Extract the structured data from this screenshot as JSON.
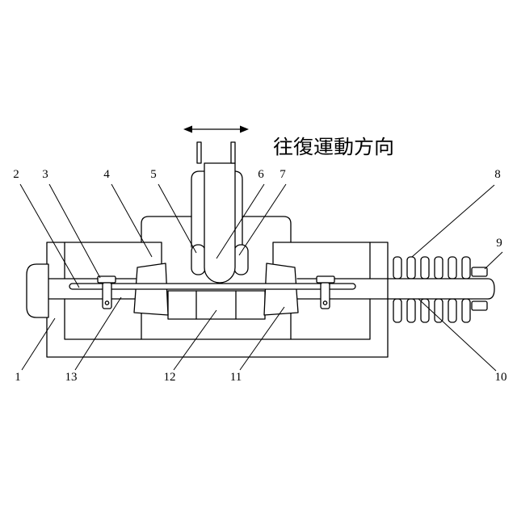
{
  "caption": "往復運動方向",
  "callouts": {
    "n1": "1",
    "n2": "2",
    "n3": "3",
    "n4": "4",
    "n5": "5",
    "n6": "6",
    "n7": "7",
    "n8": "8",
    "n9": "9",
    "n10": "10",
    "n11": "11",
    "n12": "12",
    "n13": "13"
  },
  "colors": {
    "line": "#000000",
    "background": "#ffffff"
  }
}
